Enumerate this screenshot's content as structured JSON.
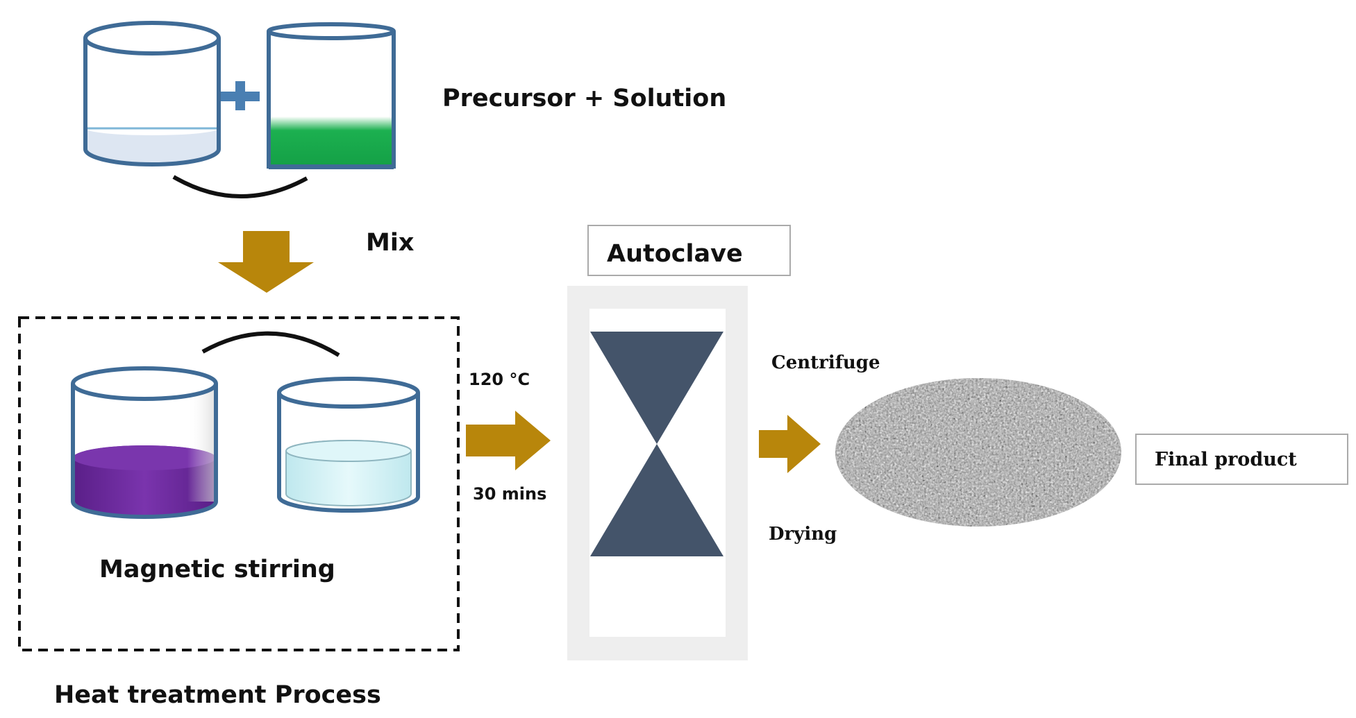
{
  "labels": {
    "precursor_solution": "Precursor + Solution",
    "mix": "Mix",
    "autoclave": "Autoclave",
    "temperature": "120 °C",
    "duration": "30 mins",
    "centrifuge": "Centrifuge",
    "drying": "Drying",
    "final_product": "Final product",
    "magnetic_stirring": "Magnetic stirring",
    "heat_treatment_process": "Heat treatment Process"
  },
  "colors": {
    "beaker_outline": "#3f6b96",
    "precursor_liquid": "#dde6f2",
    "solution_liquid": "#1cb050",
    "purple_liquid": "#6c2a9c",
    "cyan_liquid": "#cfeff4",
    "plus_sign": "#4a7fb2",
    "arrow": "#b8860b",
    "hourglass": "#44546a",
    "autoclave_frame": "#eeeeee"
  },
  "icons": {
    "beaker_precursor": "beaker-icon",
    "beaker_solution": "beaker-icon",
    "plus": "plus-icon",
    "beaker_purple": "beaker-icon",
    "beaker_cyan": "beaker-icon",
    "hourglass": "hourglass-icon",
    "nanoparticle_product": "particle-texture-icon"
  }
}
